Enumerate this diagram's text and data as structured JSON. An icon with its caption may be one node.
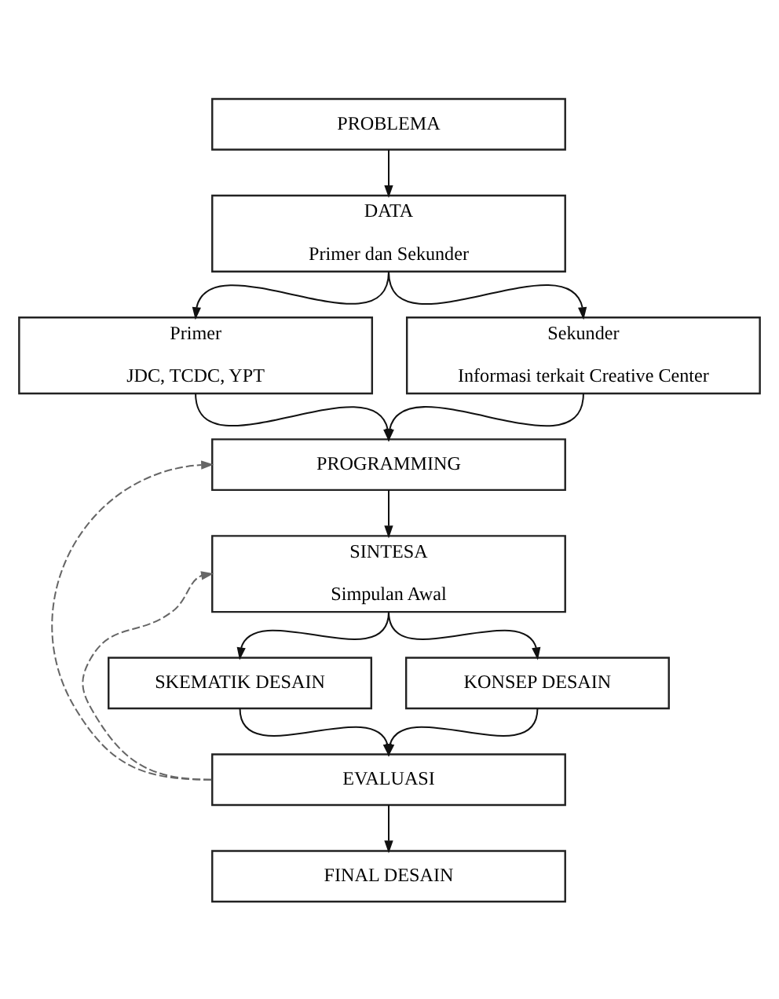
{
  "diagram": {
    "nodes": [
      {
        "text": [
          "PROBLEMA"
        ]
      },
      {
        "text": [
          "DATA",
          "Primer dan Sekunder"
        ]
      },
      {
        "text": [
          "Primer",
          "JDC, TCDC, YPT"
        ]
      },
      {
        "text": [
          "Sekunder",
          "Informasi terkait Creative Center"
        ]
      },
      {
        "text": [
          "PROGRAMMING"
        ]
      },
      {
        "text": [
          "SINTESA",
          "Simpulan Awal"
        ]
      },
      {
        "text": [
          "SKEMATIK DESAIN"
        ]
      },
      {
        "text": [
          "KONSEP DESAIN"
        ]
      },
      {
        "text": [
          "EVALUASI"
        ]
      },
      {
        "text": [
          "FINAL DESAIN"
        ]
      }
    ],
    "edges": [
      {
        "from": 0,
        "to": 1,
        "arrow": "to"
      },
      {
        "from": 1,
        "to": 2,
        "arrow": "to"
      },
      {
        "from": 1,
        "to": 3,
        "arrow": "to"
      },
      {
        "from": 2,
        "to": 4,
        "arrow": "to"
      },
      {
        "from": 3,
        "to": 4,
        "arrow": "to"
      },
      {
        "from": 4,
        "to": 5,
        "arrow": "to"
      },
      {
        "from": 5,
        "to": 6,
        "arrow": "to"
      },
      {
        "from": 5,
        "to": 7,
        "arrow": "to"
      },
      {
        "from": 6,
        "to": 8,
        "arrow": "to"
      },
      {
        "from": 7,
        "to": 8,
        "arrow": "to"
      },
      {
        "from": 8,
        "to": 9,
        "arrow": "to"
      },
      {
        "from": 8,
        "to": 4,
        "arrow": "to",
        "style": "dashed",
        "color": "#666666"
      },
      {
        "from": 8,
        "to": 5,
        "arrow": "to",
        "style": "dashed",
        "color": "#666666"
      }
    ]
  }
}
